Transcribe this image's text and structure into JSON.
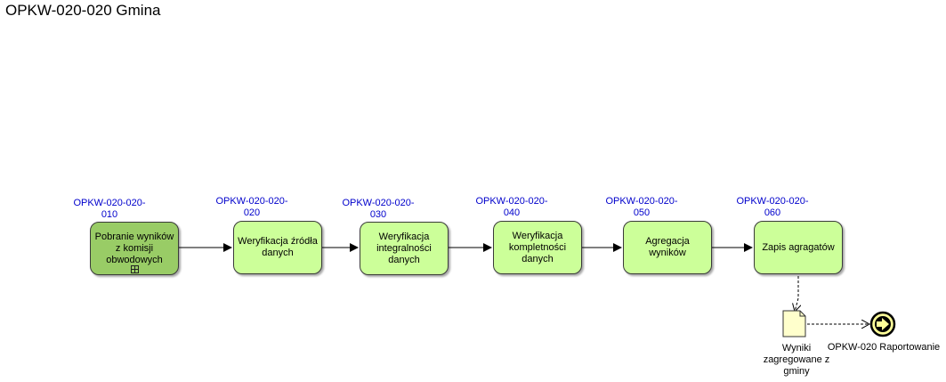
{
  "diagram": {
    "title": "OPKW-020-020 Gmina",
    "tasks": [
      {
        "id_line1": "OPKW-020-020-",
        "id_line2": "010",
        "label": "Pobranie wyników z komisji obwodowych",
        "subprocess": true
      },
      {
        "id_line1": "OPKW-020-020-",
        "id_line2": "020",
        "label": "Weryfikacja źródła danych",
        "subprocess": false
      },
      {
        "id_line1": "OPKW-020-020-",
        "id_line2": "030",
        "label": "Weryfikacja integralności danych",
        "subprocess": false
      },
      {
        "id_line1": "OPKW-020-020-",
        "id_line2": "040",
        "label": "Weryfikacja kompletności danych",
        "subprocess": false
      },
      {
        "id_line1": "OPKW-020-020-",
        "id_line2": "050",
        "label": "Agregacja wyników",
        "subprocess": false
      },
      {
        "id_line1": "OPKW-020-020-",
        "id_line2": "060",
        "label": "Zapis agragatów",
        "subprocess": false
      }
    ],
    "data_object": {
      "label": "Wyniki zagregowane z gminy"
    },
    "end_event": {
      "label": "OPKW-020 Raportowanie"
    },
    "colors": {
      "task_fill": "#ccff99",
      "subprocess_fill": "#99cc66",
      "id_text": "#0000cc",
      "end_event_fill": "#ffff99",
      "data_object_fill": "#ffffcc"
    }
  }
}
